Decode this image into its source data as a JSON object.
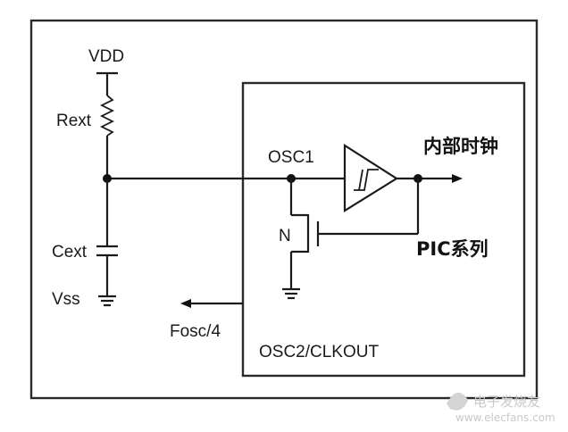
{
  "labels": {
    "vdd": "VDD",
    "rext": "Rext",
    "cext": "Cext",
    "vss": "Vss",
    "osc1": "OSC1",
    "n_channel": "N",
    "internal_clock": "内部时钟",
    "pic_series": "PIC系列",
    "fosc": "Fosc/4",
    "osc2": "OSC2/CLKOUT"
  },
  "watermark": {
    "site": "电子发烧友",
    "url": "www.elecfans.com"
  },
  "colors": {
    "line": "#1a1a1a",
    "background": "#ffffff",
    "watermark": "#c9c9c9"
  }
}
